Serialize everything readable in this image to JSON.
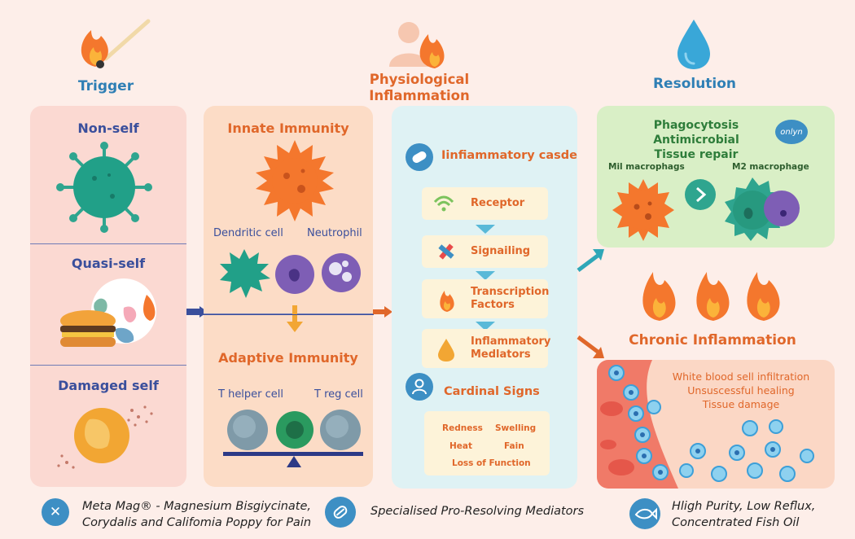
{
  "headers": {
    "trigger": "Trigger",
    "physiological": "Physiological\nInflammation",
    "resolution": "Resolution",
    "chronic": "Chronic Inflammation"
  },
  "trigger_panel": {
    "items": [
      "Non-self",
      "Quasi-self",
      "Damaged self"
    ]
  },
  "immunity_panel": {
    "innate_title": "Innate Immunity",
    "dendritic": "Dendritic cell",
    "neutrophil": "Neutrophil",
    "adaptive_title": "Adaptive Immunity",
    "t_helper": "T helper cell",
    "t_reg": "T reg cell"
  },
  "cascade_panel": {
    "title": "Iinfiammatory casde",
    "steps": [
      "Receptor",
      "Signailing",
      "Transcription\nFactors",
      "Inflammatory\nMedlators"
    ],
    "cardinal_title": "Cardinal Signs",
    "signs": [
      "Redness",
      "Swelling",
      "Heat",
      "Fain",
      "Loss of Function"
    ]
  },
  "resolution_panel": {
    "lines": [
      "Phagocytosis",
      "Antimicrobial",
      "Tissue repair"
    ],
    "m1": "Mil macrophags",
    "m2": "M2 macrophage",
    "badge": "onlyn"
  },
  "chronic_panel": {
    "lines": [
      "White blood sell infiltration",
      "Unsuscessful healing",
      "Tissue damage"
    ]
  },
  "footer": {
    "left": "Meta Mag® - Magnesium Bisgiycinate,\nCorydalis and Califomia Poppy for Pain",
    "middle": "Specialised Pro-Resolving Mediators",
    "right": "Hligh Purity, Low Reflux,\nConcentrated Fish Oil"
  },
  "colors": {
    "background": "#fdeee9",
    "header_blue": "#2f7fb5",
    "label_blue": "#3a4f9c",
    "orange": "#e0672a",
    "cascade_bg": "#dff2f4",
    "resolution_bg": "#d9efc6",
    "chronic_bg": "#fbd7c5"
  },
  "icons": {
    "trigger": "match-fire-icon",
    "physiological": "person-fire-icon",
    "resolution": "water-drop-icon",
    "chronic": "flames-icon",
    "cascade": "capsule-icon",
    "cardinal": "person-icon",
    "receptor": "wifi-icon",
    "signaling": "cross-icon",
    "transcription": "flame-icon",
    "mediators": "drop-icon",
    "arrow_next": "chevron-right-icon",
    "footer_left": "cross-icon",
    "footer_middle": "pill-icon",
    "footer_right": "fish-icon"
  }
}
